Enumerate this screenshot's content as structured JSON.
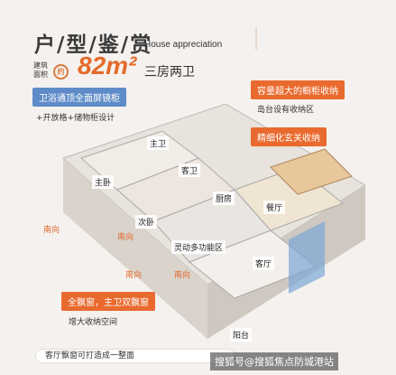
{
  "header": {
    "title": "户/型/鉴/赏",
    "subtitle": "House appreciation"
  },
  "summary": {
    "area_label": "建筑\n面积",
    "about": "约",
    "area_value": "82m²",
    "layout": "三房两卫"
  },
  "callouts": {
    "bath_mirror": "卫浴通顶全面屏镜柜",
    "bath_note": "+开放格+储物柜设计",
    "big_cabinet": "容量超大的橱柜收纳",
    "island_note": "岛台设有收纳区",
    "foyer": "精细化玄关收纳",
    "bay_window": "全飘窗，主卫双飘窗",
    "bay_note": "增大收纳空间",
    "living_window": "客厅飘窗可打造成一整面"
  },
  "rooms": {
    "master_bath": "主卫",
    "guest_bath": "客卫",
    "master_bed": "主卧",
    "kitchen": "厨房",
    "dining": "餐厅",
    "second_bed": "次卧",
    "flex_room": "灵动多功能区",
    "living": "客厅",
    "balcony": "阳台"
  },
  "directions": {
    "s1": "南向",
    "s2": "南向",
    "s3": "南向",
    "s4": "南向"
  },
  "watermark": "搜狐号@搜狐焦点防城港站"
}
